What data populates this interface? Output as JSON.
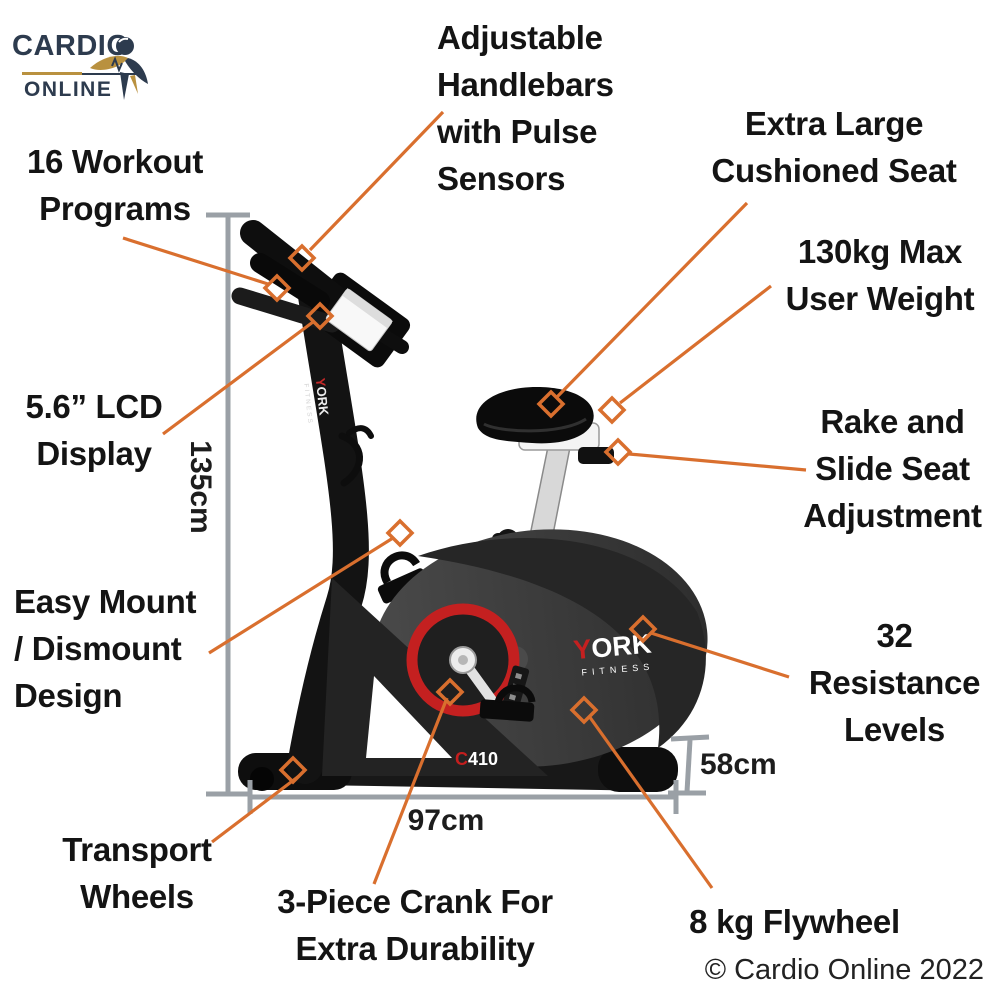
{
  "logo": {
    "title": "CARDIO",
    "subtitle": "ONLINE"
  },
  "callouts": [
    {
      "id": "adjustable-handlebars",
      "text": "Adjustable\nHandlebars\nwith Pulse\nSensors"
    },
    {
      "id": "extra-large-cushioned-seat",
      "text": "Extra Large\nCushioned Seat"
    },
    {
      "id": "workout-programs",
      "text": "16 Workout\nPrograms"
    },
    {
      "id": "max-user-weight",
      "text": "130kg Max\nUser Weight"
    },
    {
      "id": "lcd-display",
      "text": "5.6” LCD\nDisplay"
    },
    {
      "id": "rake-slide-seat-adjustment",
      "text": "Rake and\nSlide Seat\nAdjustment"
    },
    {
      "id": "easy-mount-dismount",
      "text": "Easy Mount\n/ Dismount\nDesign"
    },
    {
      "id": "resistance-levels",
      "text": "32\nResistance\nLevels"
    },
    {
      "id": "transport-wheels",
      "text": "Transport\nWheels"
    },
    {
      "id": "three-piece-crank",
      "text": "3-Piece Crank For\nExtra Durability"
    },
    {
      "id": "flywheel",
      "text": "8 kg Flywheel"
    }
  ],
  "dimensions": {
    "height": "135cm",
    "length": "97cm",
    "rear_height": "58cm"
  },
  "bike": {
    "brand_y": "Y",
    "brand_rest": "ORK",
    "brand_sub": "FITNESS",
    "model_prefix": "C",
    "model_suffix": "410"
  },
  "copyright": "© Cardio Online 2022",
  "colors": {
    "accent_orange": "#D96F2E",
    "measure_gray": "#9AA0A6",
    "text_black": "#141414",
    "logo_navy": "#2D3B4E",
    "logo_gold": "#B9913F",
    "flywheel_red": "#C42020"
  }
}
